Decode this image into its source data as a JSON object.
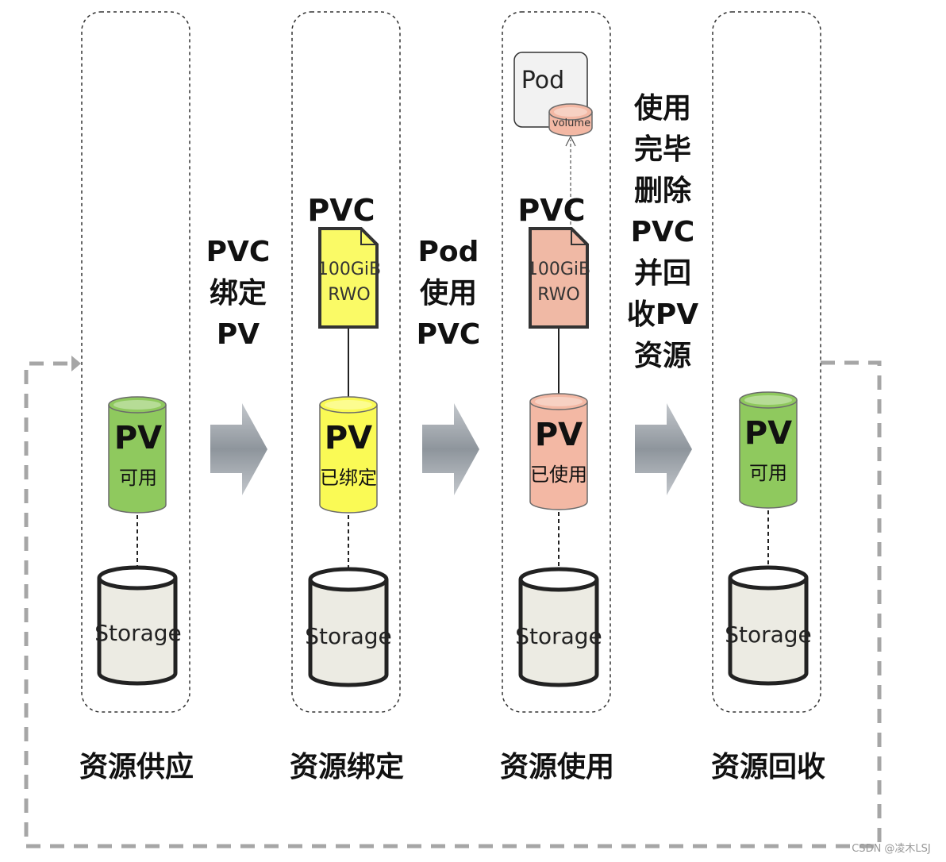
{
  "stages": [
    {
      "label": "资源供应",
      "pv_title": "PV",
      "pv_status": "可用",
      "pv_color": "#8fc95e",
      "storage_label": "Storage"
    },
    {
      "label": "资源绑定",
      "pv_title": "PV",
      "pv_status": "已绑定",
      "pv_color": "#fafa55",
      "storage_label": "Storage",
      "pvc": {
        "title": "PVC",
        "capacity": "100GiB",
        "mode": "RWO",
        "color": "#fafa66"
      }
    },
    {
      "label": "资源使用",
      "pv_title": "PV",
      "pv_status": "已使用",
      "pv_color": "#f3b8a4",
      "storage_label": "Storage",
      "pvc": {
        "title": "PVC",
        "capacity": "100GiB",
        "mode": "RWO",
        "color": "#f0b9a5"
      },
      "pod": {
        "label": "Pod",
        "volume_label": "volume"
      }
    },
    {
      "label": "资源回收",
      "pv_title": "PV",
      "pv_status": "可用",
      "pv_color": "#8fc95e",
      "storage_label": "Storage"
    }
  ],
  "transitions": [
    {
      "text": "PVC\n绑定\nPV"
    },
    {
      "text": "Pod\n使用\nPVC"
    },
    {
      "text": "使用\n完毕\n删除\nPVC\n并回\n收PV\n资源"
    }
  ],
  "watermark": "CSDN @凌木LSJ",
  "colors": {
    "arrow": "#9aa0a6",
    "dashed": "#a6a6a6",
    "storage_fill": "#ecebe3"
  }
}
